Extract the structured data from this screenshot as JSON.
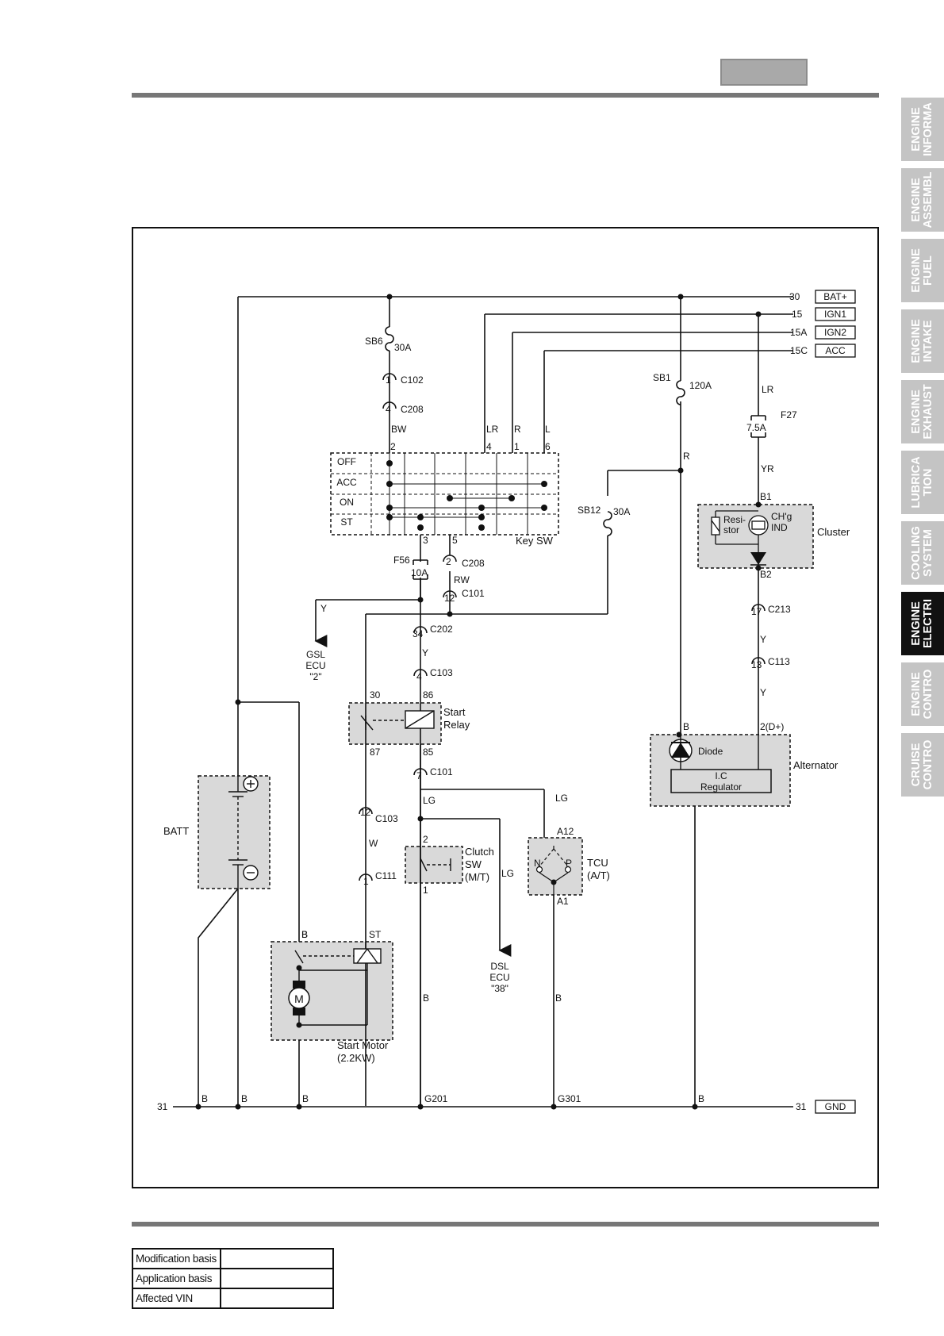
{
  "side_tabs": [
    {
      "line1": "ENGINE",
      "line2": "INFORMA",
      "active": false
    },
    {
      "line1": "ENGINE",
      "line2": "ASSEMBL",
      "active": false
    },
    {
      "line1": "ENGINE",
      "line2": "FUEL",
      "active": false
    },
    {
      "line1": "ENGINE",
      "line2": "INTAKE",
      "active": false
    },
    {
      "line1": "ENGINE",
      "line2": "EXHAUST",
      "active": false
    },
    {
      "line1": "LUBRICA",
      "line2": "TION",
      "active": false
    },
    {
      "line1": "COOLING",
      "line2": "SYSTEM",
      "active": false
    },
    {
      "line1": "ENGINE",
      "line2": "ELECTRI",
      "active": true
    },
    {
      "line1": "ENGINE",
      "line2": "CONTRO",
      "active": false
    },
    {
      "line1": "CRUISE",
      "line2": "CONTRO",
      "active": false
    }
  ],
  "colors": {
    "tab_gray": "#c4c4c4",
    "tab_active": "#111111",
    "box_fill": "#d9d9d9",
    "rule": "#777777"
  },
  "diagram": {
    "terminals": [
      {
        "num": "30",
        "label": "BAT+"
      },
      {
        "num": "15",
        "label": "IGN1"
      },
      {
        "num": "15A",
        "label": "IGN2"
      },
      {
        "num": "15C",
        "label": "ACC"
      }
    ],
    "ground": {
      "num_left": "31",
      "num_right": "31",
      "label": "GND"
    },
    "key_switch": {
      "name": "Key SW",
      "rows": [
        "OFF",
        "ACC",
        "ON",
        "ST"
      ],
      "top_pins": [
        "2",
        "4",
        "1",
        "6"
      ],
      "bottom_pins": [
        "3",
        "5"
      ]
    },
    "fuses": [
      {
        "name": "SB6",
        "rating": "30A"
      },
      {
        "name": "SB1",
        "rating": "120A"
      },
      {
        "name": "SB12",
        "rating": "30A"
      },
      {
        "name": "F27",
        "rating": "7.5A"
      },
      {
        "name": "F56",
        "rating": "10A"
      }
    ],
    "connectors": [
      {
        "pin": "1",
        "name": "C102"
      },
      {
        "pin": "4",
        "name": "C208"
      },
      {
        "pin": "2",
        "name": "C208"
      },
      {
        "pin": "12",
        "name": "C101"
      },
      {
        "pin": "34",
        "name": "C202"
      },
      {
        "pin": "4",
        "name": "C103"
      },
      {
        "pin": "7",
        "name": "C101"
      },
      {
        "pin": "12",
        "name": "C103"
      },
      {
        "pin": "1",
        "name": "C111"
      },
      {
        "pin": "17",
        "name": "C213"
      },
      {
        "pin": "13",
        "name": "C113"
      }
    ],
    "wires": {
      "bw": "BW",
      "lr": "LR",
      "r": "R",
      "l": "L",
      "rw": "RW",
      "y": "Y",
      "yr": "YR",
      "w": "W",
      "lg": "LG",
      "b": "B"
    },
    "components": {
      "cluster": {
        "name": "Cluster",
        "resistor": "Resi-\nstor",
        "indicator_1": "CH'g",
        "indicator_2": "IND",
        "pin_top": "B1",
        "pin_bottom": "B2"
      },
      "start_relay": {
        "name_1": "Start",
        "name_2": "Relay",
        "pins": [
          "30",
          "86",
          "87",
          "85"
        ]
      },
      "gsl_ecu": {
        "line1": "GSL",
        "line2": "ECU",
        "line3": "\"2\""
      },
      "dsl_ecu": {
        "line1": "DSL",
        "line2": "ECU",
        "line3": "\"38\""
      },
      "batt": {
        "name": "BATT"
      },
      "clutch_sw": {
        "line1": "Clutch",
        "line2": "SW",
        "line3": "(M/T)",
        "pin_top": "2",
        "pin_bottom": "1"
      },
      "tcu": {
        "line1": "TCU",
        "line2": "(A/T)",
        "pin_top": "A12",
        "pin_bottom": "A1",
        "n": "N",
        "p": "P"
      },
      "alternator": {
        "name": "Alternator",
        "diode": "Diode",
        "reg_1": "I.C",
        "reg_2": "Regulator",
        "pin_b": "B",
        "pin_d": "2(D+)"
      },
      "start_motor": {
        "line1": "Start Motor",
        "line2": "(2.2KW)",
        "pin_b": "B",
        "pin_st": "ST",
        "motor": "M"
      }
    },
    "grounds": [
      "G201",
      "G301"
    ]
  },
  "mod_table": {
    "rows": [
      {
        "label": "Modification basis",
        "value": ""
      },
      {
        "label": "Application basis",
        "value": ""
      },
      {
        "label": "Affected VIN",
        "value": ""
      }
    ]
  }
}
